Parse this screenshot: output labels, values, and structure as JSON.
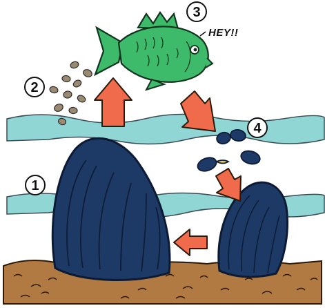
{
  "steps": [
    {
      "number": "1"
    },
    {
      "number": "2"
    },
    {
      "number": "3"
    },
    {
      "number": "4"
    }
  ],
  "fish": {
    "speech": "HEY!!"
  },
  "colors": {
    "water": "#8fd6d4",
    "mussel": "#1d3a66",
    "mussel_line": "#0d1a33",
    "arrow": "#f06a4c",
    "fish": "#3dbb6a",
    "sediment": "#b07a42",
    "larvae": "#9b8a72"
  }
}
